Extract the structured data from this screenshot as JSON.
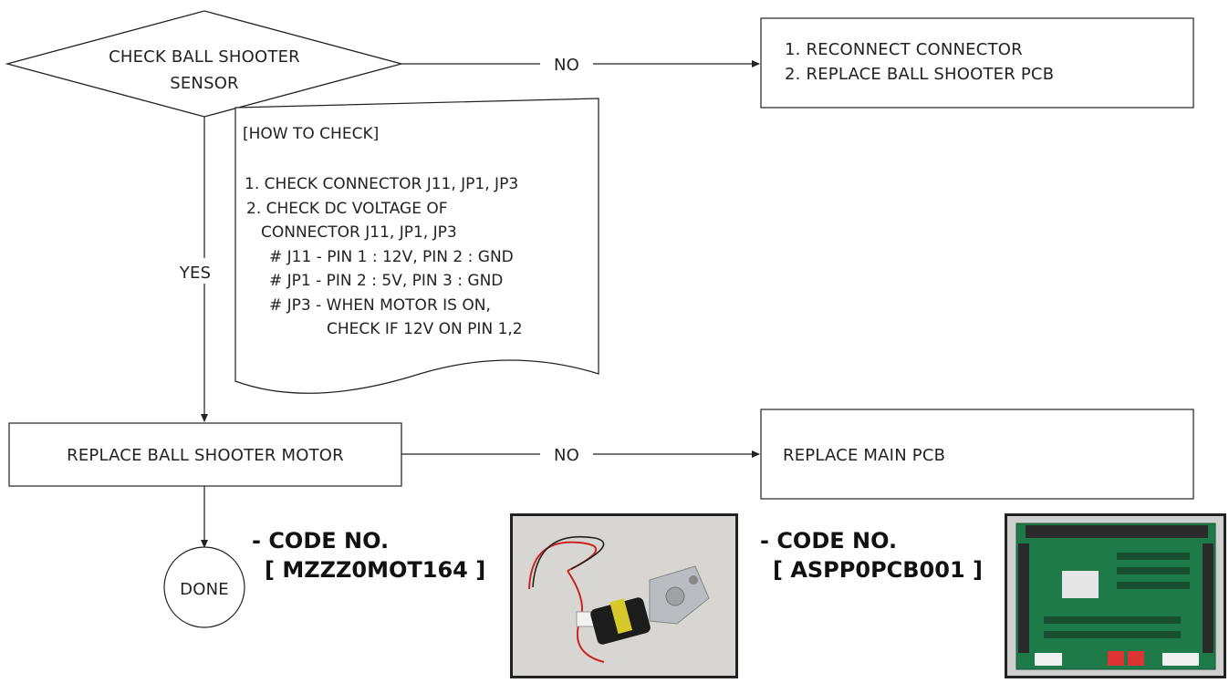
{
  "decision": {
    "line1": "CHECK BALL SHOOTER",
    "line2": "SENSOR"
  },
  "branch_no_1": "NO",
  "fix_box_1": {
    "line1": "1. RECONNECT CONNECTOR",
    "line2": "2. REPLACE BALL SHOOTER PCB"
  },
  "how_to_check": {
    "title": "[HOW TO CHECK]",
    "lines": [
      "1. CHECK CONNECTOR J11, JP1, JP3",
      "2. CHECK DC VOLTAGE OF",
      "CONNECTOR J11, JP1, JP3",
      "# J11 - PIN 1 : 12V, PIN 2 : GND",
      "# JP1 - PIN 2 : 5V, PIN 3 : GND",
      "# JP3 - WHEN MOTOR IS ON,",
      "CHECK IF 12V ON PIN 1,2"
    ]
  },
  "branch_yes": "YES",
  "step_2": "REPLACE BALL SHOOTER MOTOR",
  "branch_no_2": "NO",
  "fix_box_2": "REPLACE MAIN PCB",
  "end_node": "DONE",
  "motor_code": {
    "label": "- CODE NO.",
    "value": "[ MZZZ0MOT164 ]"
  },
  "pcb_code": {
    "label": "- CODE NO.",
    "value": "[ ASPP0PCB001 ]"
  }
}
